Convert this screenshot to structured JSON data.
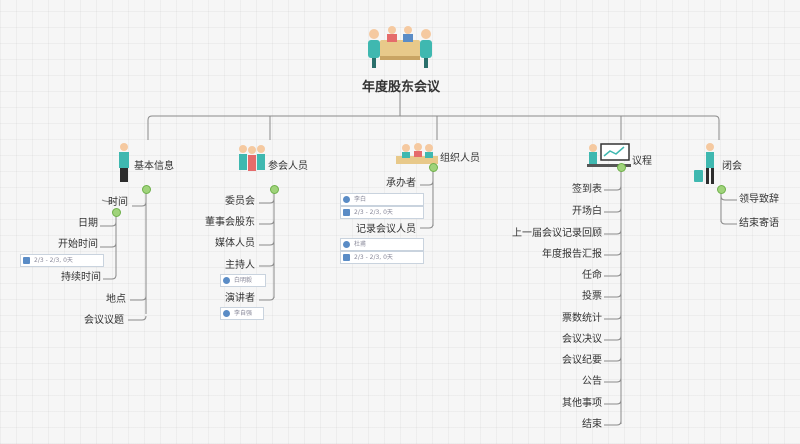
{
  "title": "年度股东会议",
  "colors": {
    "line": "#8a8a8a",
    "toggle": "#9fd37a",
    "tag_icon": "#5a8cc6"
  },
  "branches": {
    "basic": {
      "label": "基本信息",
      "items": [
        "时间",
        "日期",
        "开始时间",
        "持续时间",
        "地点",
        "会议议题"
      ],
      "date_tag": "2/3 - 2/3, 0天"
    },
    "attendees": {
      "label": "参会人员",
      "items": [
        "委员会",
        "董事会股东",
        "媒体人员",
        "主持人",
        "演讲者"
      ],
      "host_tag": "白明毅",
      "speaker_tag": "李自强"
    },
    "organizers": {
      "label": "组织人员",
      "items": [
        "承办者",
        "记录会议人员"
      ],
      "tag1_person": "李白",
      "tag1_date": "2/3 - 2/3, 0天",
      "tag2_person": "杜甫",
      "tag2_date": "2/3 - 2/3, 0天"
    },
    "agenda": {
      "label": "议程",
      "items": [
        "签到表",
        "开场白",
        "上一届会议记录回顾",
        "年度报告汇报",
        "任命",
        "投票",
        "票数统计",
        "会议决议",
        "会议纪要",
        "公告",
        "其他事项",
        "结束"
      ]
    },
    "closing": {
      "label": "闭会",
      "items": [
        "领导致辞",
        "结束寄语"
      ]
    }
  }
}
